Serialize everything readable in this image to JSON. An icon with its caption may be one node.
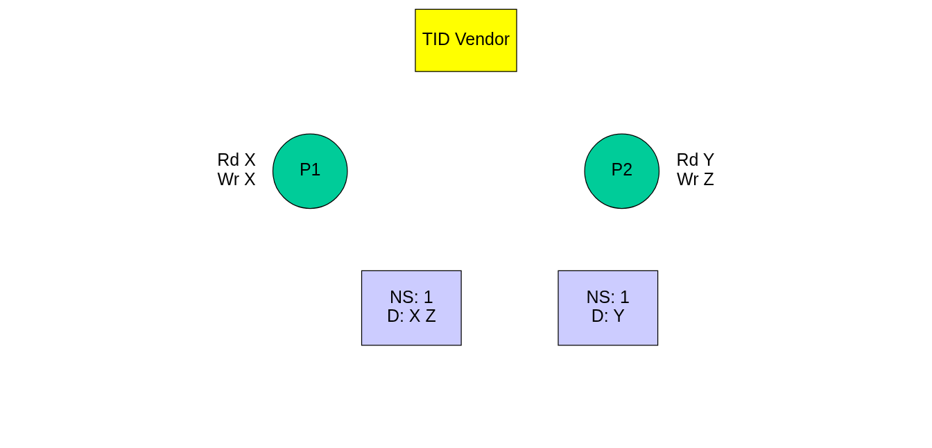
{
  "diagram": {
    "nodes": [
      {
        "text": [
          "TID Vendor"
        ]
      },
      {
        "text": [
          "P1"
        ],
        "beside": [
          "Rd X Wr X"
        ]
      },
      {
        "text": [
          "P2"
        ],
        "beside": [
          "Rd Y Wr Z"
        ]
      },
      {
        "text": [
          "NS: 1",
          "D: X Z"
        ]
      },
      {
        "text": [
          "NS: 1",
          "D: Y"
        ]
      }
    ],
    "edges": []
  }
}
